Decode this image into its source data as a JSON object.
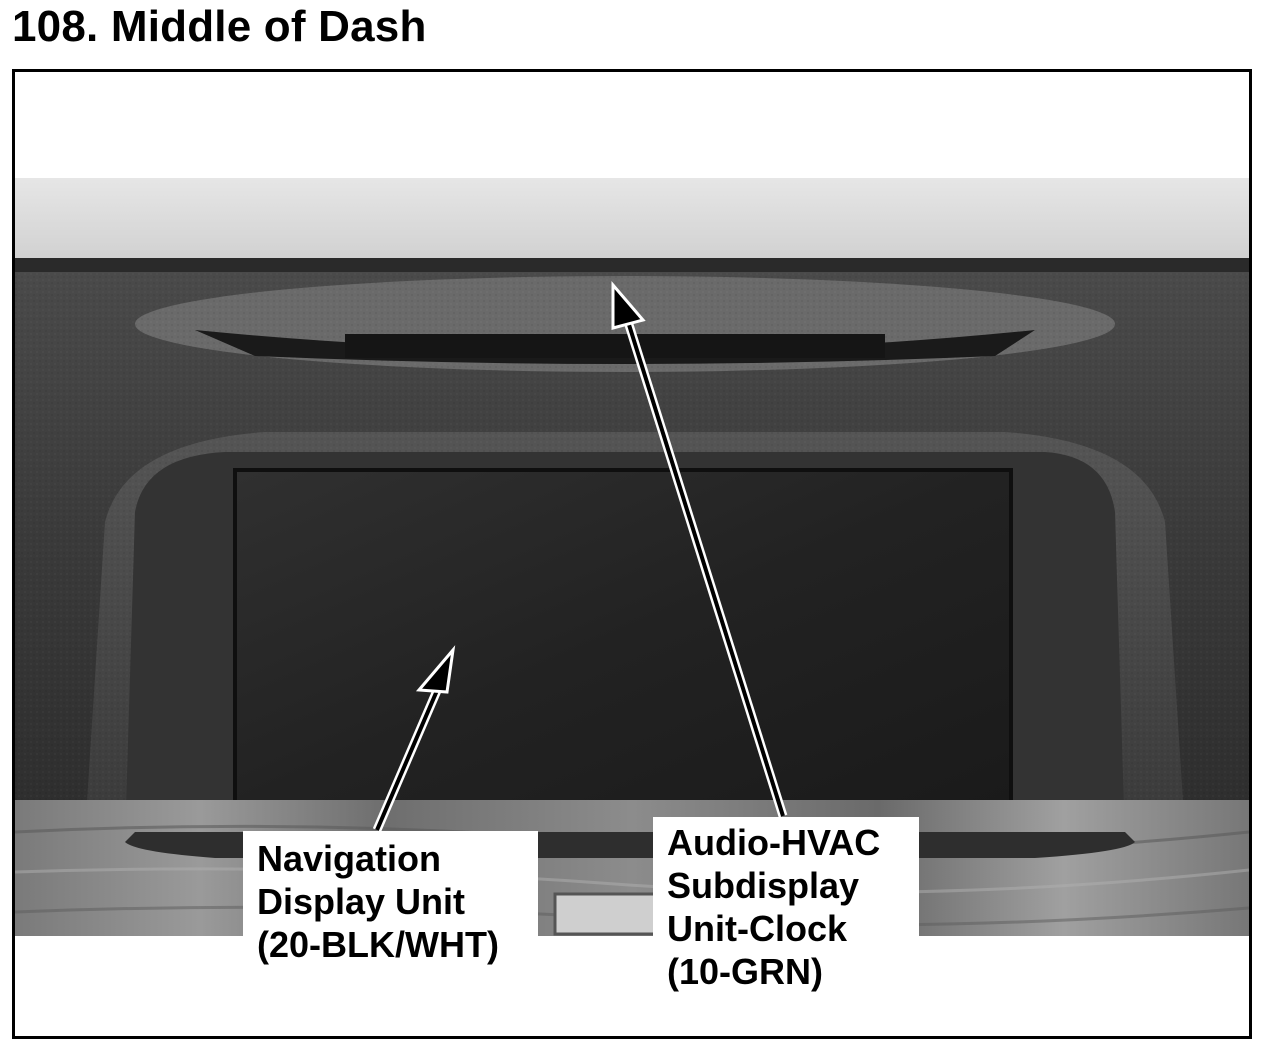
{
  "page": {
    "title": "108. Middle of Dash"
  },
  "photo": {
    "subject": "center dashboard with navigation screen and subdisplay"
  },
  "callouts": {
    "navigation": {
      "lines": [
        "Navigation",
        "Display Unit",
        "(20-BLK/WHT)"
      ]
    },
    "audio_hvac": {
      "lines": [
        "Audio-HVAC",
        "Subdisplay",
        "Unit-Clock",
        "(10-GRN)"
      ]
    }
  },
  "colors": {
    "sky": "#dedede",
    "dash": "#3c3c3c",
    "screen": "#242424",
    "wood": "#8a8a8a",
    "frame": "#000000"
  }
}
